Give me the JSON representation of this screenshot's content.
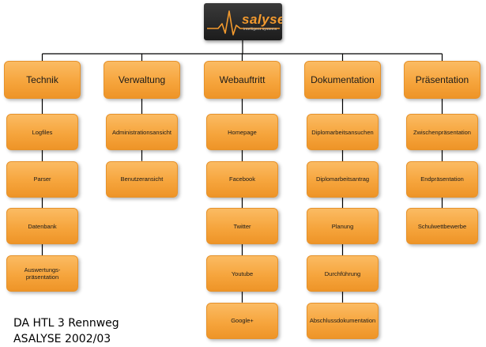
{
  "logo": {
    "name": "salyse",
    "tagline": "intelligent systems"
  },
  "columns": [
    {
      "title": "Technik",
      "items": [
        "Logfiles",
        "Parser",
        "Datenbank",
        "Auswertungs-\npräsentation"
      ]
    },
    {
      "title": "Verwaltung",
      "items": [
        "Administrationsansicht",
        "Benutzeransicht"
      ]
    },
    {
      "title": "Webauftritt",
      "items": [
        "Homepage",
        "Facebook",
        "Twitter",
        "Youtube",
        "Google+"
      ]
    },
    {
      "title": "Dokumentation",
      "items": [
        "Diplomarbeitsansuchen",
        "Diplomarbeitsantrag",
        "Planung",
        "Durchführung",
        "Abschlussdokumentation"
      ]
    },
    {
      "title": "Präsentation",
      "items": [
        "Zwischenpräsentation",
        "Endpräsentation",
        "Schulwettbewerbe"
      ]
    }
  ],
  "caption": {
    "line1": "DA HTL 3 Rennweg",
    "line2": "ASALYSE 2002/03"
  },
  "colors": {
    "box": "#f6a53d",
    "box_border": "#e6922b",
    "logo_bg": "#2a2a2a",
    "logo_accent": "#f39a2e",
    "line": "#000000"
  }
}
